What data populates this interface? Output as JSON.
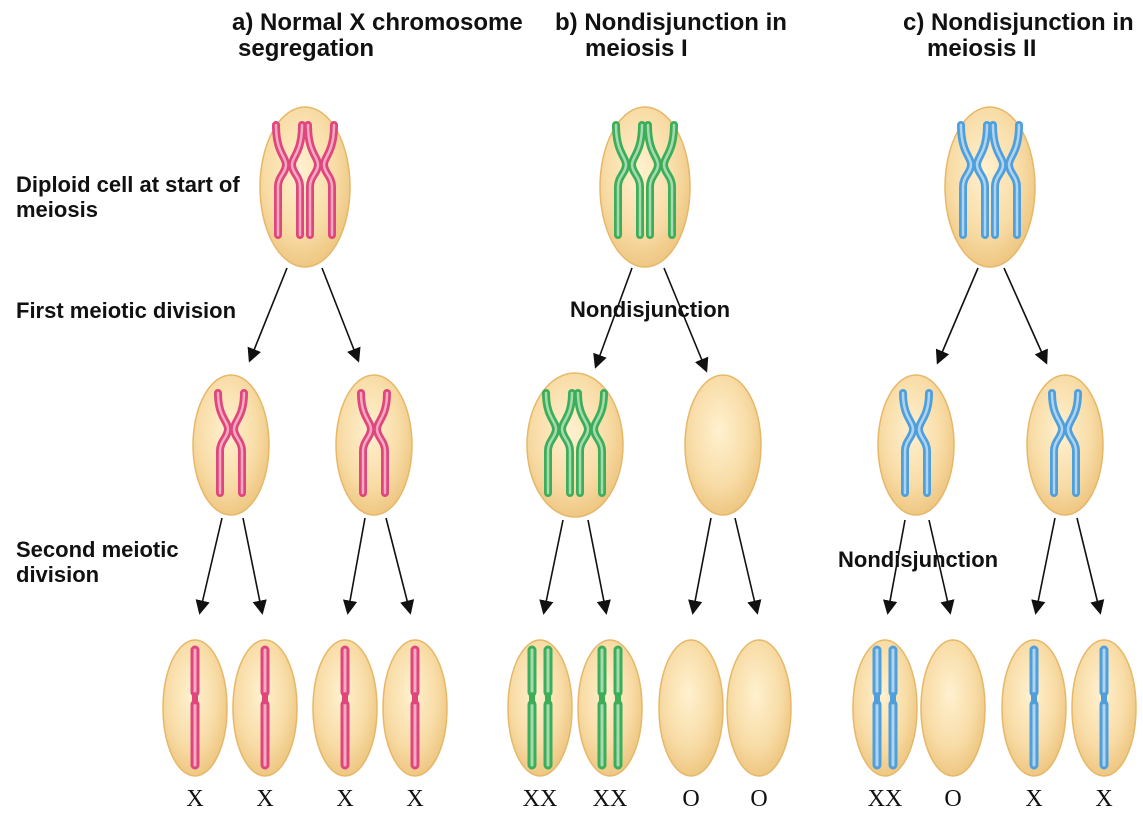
{
  "columns": {
    "a": {
      "title_line1": "a) Normal X chromosome",
      "title_line2": "segregation"
    },
    "b": {
      "title_line1": "b) Nondisjunction in",
      "title_line2": "meiosis I"
    },
    "c": {
      "title_line1": "c) Nondisjunction in",
      "title_line2": "meiosis II"
    }
  },
  "row_labels": {
    "diploid_line1": "Diploid cell at start of",
    "diploid_line2": "meiosis",
    "first": "First meiotic division",
    "second_line1": "Second meiotic",
    "second_line2": "division"
  },
  "nondisjunction_label": "Nondisjunction",
  "gametes": {
    "a": [
      "X",
      "X",
      "X",
      "X"
    ],
    "b": [
      "XX",
      "XX",
      "O",
      "O"
    ],
    "c": [
      "XX",
      "O",
      "X",
      "X"
    ]
  },
  "colors": {
    "cell_fill": "#f7d79a",
    "cell_edge": "#e6b868",
    "a_chromosome": "#e0467c",
    "b_chromosome": "#3cae58",
    "c_chromosome": "#4f9fdc"
  }
}
